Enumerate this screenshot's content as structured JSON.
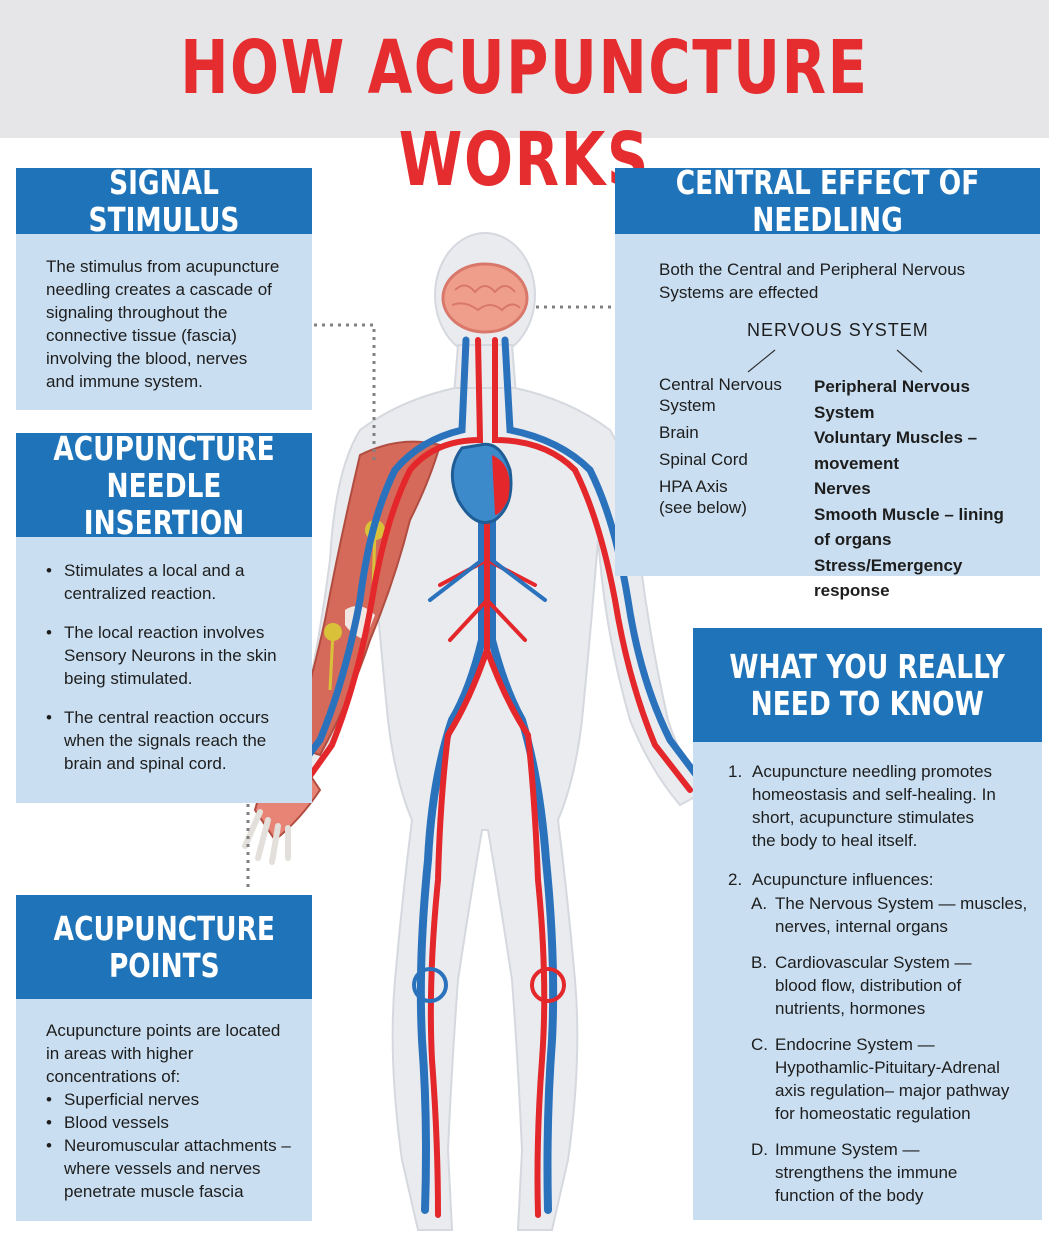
{
  "title": "HOW ACUPUNCTURE WORKS",
  "colors": {
    "accent_red": "#e52d30",
    "panel_blue": "#1f74b9",
    "panel_light": "#c9def0",
    "header_gray": "#e6e6e8"
  },
  "signal_stimulus": {
    "heading": "SIGNAL STIMULUS",
    "lines": [
      "The stimulus from acupuncture",
      "needling creates a cascade of",
      "signaling throughout the",
      "connective tissue (fascia)",
      "involving the blood, nerves",
      "and immune system."
    ]
  },
  "needle_insertion": {
    "heading": "ACUPUNCTURE\nNEEDLE INSERTION",
    "bullets": [
      "Stimulates a local and a centralized reaction.",
      "The local reaction involves Sensory Neurons in the skin being stimulated.",
      "The central reaction occurs when the signals reach the brain and spinal cord."
    ]
  },
  "acupuncture_points": {
    "heading": "ACUPUNCTURE\nPOINTS",
    "intro": "Acupuncture points are located in areas with higher concentrations of:",
    "bullets": [
      "Superficial nerves",
      "Blood vessels",
      "Neuromuscular attachments – where vessels and nerves penetrate muscle fascia"
    ]
  },
  "central_effect": {
    "heading": "CENTRAL EFFECT OF NEEDLING",
    "intro": "Both the Central and Peripheral Nervous Systems are effected",
    "nervous_system": "NERVOUS SYSTEM",
    "central_items": [
      "Central Nervous System",
      "Brain",
      "Spinal Cord",
      "HPA Axis (see below)"
    ],
    "peripheral_items": [
      "Peripheral Nervous System",
      "Voluntary Muscles – movement",
      "Nerves",
      "Smooth Muscle – lining of organs",
      "Stress/Emergency response"
    ]
  },
  "really_need": {
    "heading": "WHAT YOU REALLY\nNEED TO KNOW",
    "item1_num": "1.",
    "item1": "Acupuncture needling promotes homeostasis and self-healing. In short, acupuncture stimulates the body to heal itself.",
    "item2_num": "2.",
    "item2": "Acupuncture influences:",
    "sub": [
      {
        "letter": "A.",
        "text": "The Nervous System — muscles, nerves, internal organs"
      },
      {
        "letter": "B.",
        "text": "Cardiovascular System — blood flow, distribution of nutrients, hormones"
      },
      {
        "letter": "C.",
        "text": "Endocrine System — Hypothamlic-Pituitary-Adrenal axis regulation– major pathway for homeostatic regulation"
      },
      {
        "letter": "D.",
        "text": "Immune System — strengthens the immune function of the body"
      }
    ]
  }
}
